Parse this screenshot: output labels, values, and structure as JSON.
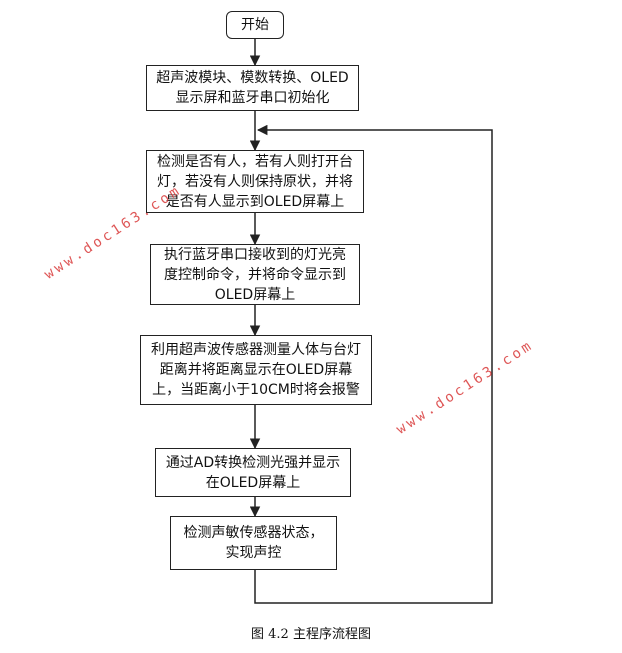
{
  "flowchart": {
    "start": "开始",
    "init": [
      "超声波模块、模数转换、OLED",
      "显示屏和蓝牙串口初始化"
    ],
    "detect": [
      "检测是否有人，若有人则打开台",
      "灯，若没有人则保持原状，并将",
      "是否有人显示到OLED屏幕上"
    ],
    "bluetooth": [
      "执行蓝牙串口接收到的灯光亮",
      "度控制命令，并将命令显示到",
      "OLED屏幕上"
    ],
    "ultrasonic": [
      "利用超声波传感器测量人体与台灯",
      "距离并将距离显示在OLED屏幕",
      "上，当距离小于10CM时将会报警"
    ],
    "light": [
      "通过AD转换检测光强并显示",
      "在OLED屏幕上"
    ],
    "sound": [
      "检测声敏传感器状态，",
      "实现声控"
    ]
  },
  "watermark": "www.doc163.com",
  "caption": "图 4.2  主程序流程图"
}
